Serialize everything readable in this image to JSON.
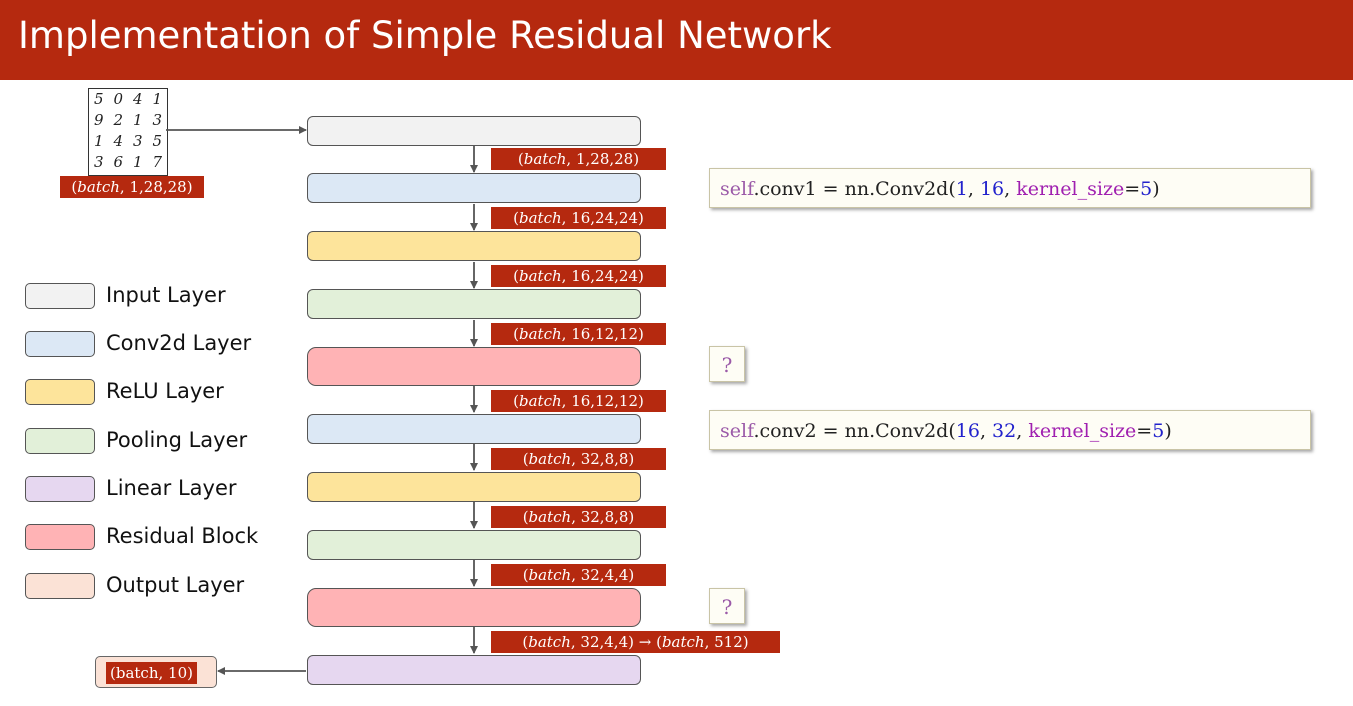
{
  "title": "Implementation of Simple Residual Network",
  "input_image": {
    "digit_rows": [
      [
        "5",
        "0",
        "4",
        "1"
      ],
      [
        "9",
        "2",
        "1",
        "3"
      ],
      [
        "1",
        "4",
        "3",
        "5"
      ],
      [
        "3",
        "6",
        "1",
        "7"
      ]
    ],
    "shape_label": "(batch, 1,28,28)"
  },
  "layers": [
    {
      "type": "Input Layer",
      "color": "#f2f2f2"
    },
    {
      "type": "Conv2d Layer",
      "color": "#dce8f5"
    },
    {
      "type": "ReLU Layer",
      "color": "#fde49b"
    },
    {
      "type": "Pooling Layer",
      "color": "#e2f0d9"
    },
    {
      "type": "Residual Block",
      "color": "#ffb3b5"
    },
    {
      "type": "Conv2d Layer",
      "color": "#dce8f5"
    },
    {
      "type": "ReLU Layer",
      "color": "#fde49b"
    },
    {
      "type": "Pooling Layer",
      "color": "#e2f0d9"
    },
    {
      "type": "Residual Block",
      "color": "#ffb3b5"
    },
    {
      "type": "Linear Layer",
      "color": "#e6d7f0"
    }
  ],
  "shape_labels": [
    "(batch, 1,28,28)",
    "(batch, 16,24,24)",
    "(batch, 16,24,24)",
    "(batch, 16,12,12)",
    "(batch, 16,12,12)",
    "(batch, 32,8,8)",
    "(batch, 32,8,8)",
    "(batch, 32,4,4)",
    "(batch, 32,4,4) → (batch, 512)"
  ],
  "output_label": "(batch, 10)",
  "code": {
    "conv1": {
      "self": "self",
      "rest": ".conv1 = nn.Conv2d(",
      "a": "1",
      "b": "16",
      "kw": "kernel_size",
      "k": "5"
    },
    "conv2": {
      "self": "self",
      "rest": ".conv2 = nn.Conv2d(",
      "a": "16",
      "b": "32",
      "kw": "kernel_size",
      "k": "5"
    },
    "question1": "?",
    "question2": "?"
  },
  "legend": [
    {
      "label": "Input Layer",
      "color": "#f2f2f2"
    },
    {
      "label": "Conv2d Layer",
      "color": "#dce8f5"
    },
    {
      "label": "ReLU Layer",
      "color": "#fde49b"
    },
    {
      "label": "Pooling Layer",
      "color": "#e2f0d9"
    },
    {
      "label": "Linear Layer",
      "color": "#e6d7f0"
    },
    {
      "label": "Residual Block",
      "color": "#ffb3b5"
    },
    {
      "label": "Output Layer",
      "color": "#fbe2d6"
    }
  ],
  "colors": {
    "accent": "#b5290f"
  }
}
